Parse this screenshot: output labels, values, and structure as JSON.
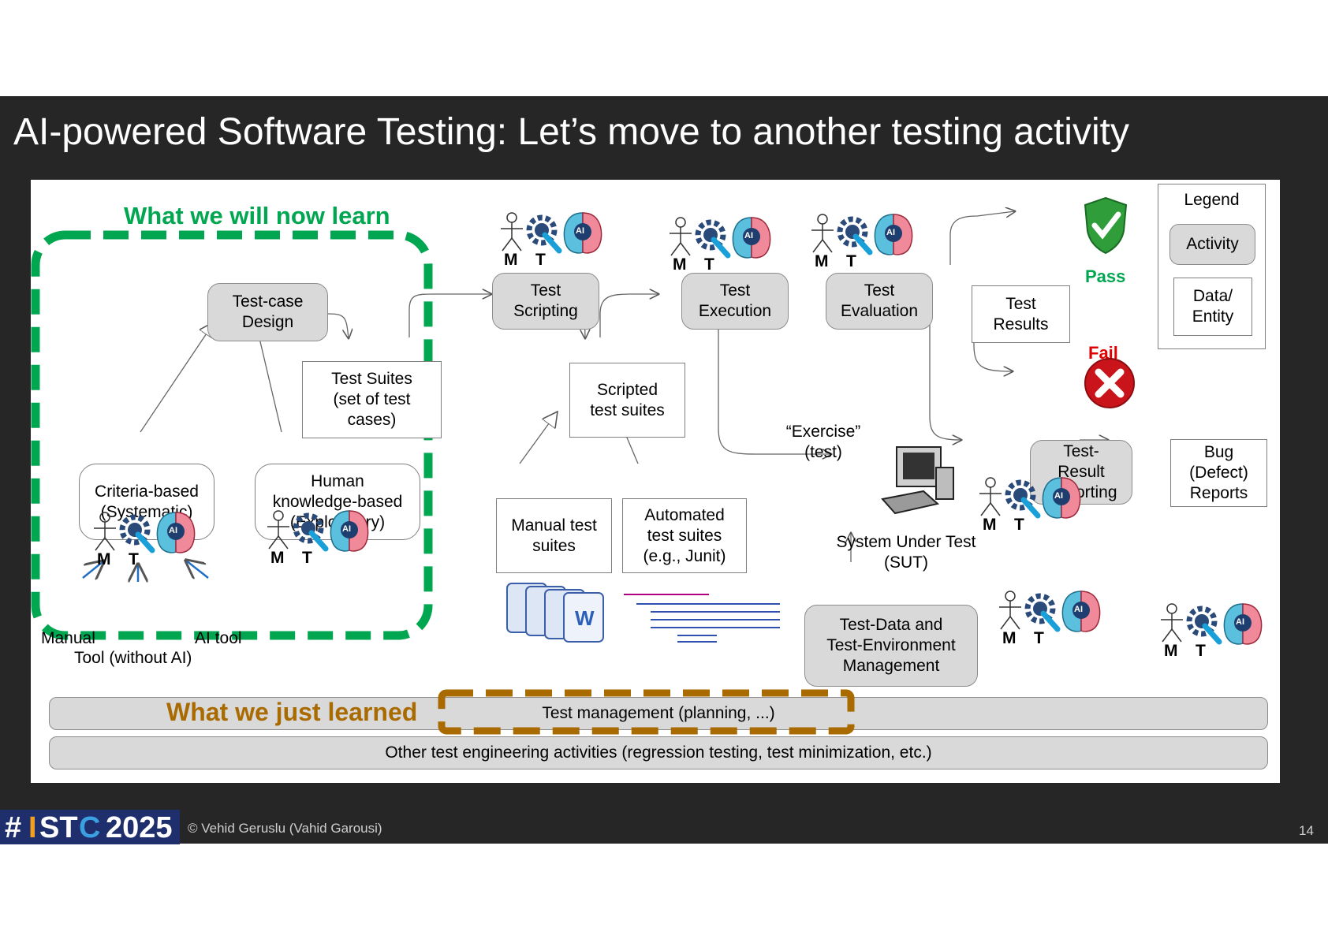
{
  "slide": {
    "title": "AI-powered Software Testing: Let’s move to another testing activity",
    "page_number": "14",
    "copyright": "© Vehid Geruslu (Vahid Garousi)",
    "logo": {
      "hash": "#",
      "i": "I",
      "st": "ST",
      "c": "C",
      "year": "2025"
    }
  },
  "colors": {
    "green": "#00a650",
    "brown": "#a96a00",
    "red": "#e00000",
    "activity_fill": "#d9d9d9",
    "band": "#262626"
  },
  "headings": {
    "now_learn": "What we will now learn",
    "just_learned": "What we just learned"
  },
  "activities": {
    "test_case_design": "Test-case\nDesign",
    "test_scripting": "Test\nScripting",
    "test_execution": "Test\nExecution",
    "test_evaluation": "Test\nEvaluation",
    "test_result_reporting": "Test-\nResult\nReporting",
    "test_data_env": "Test-Data and\nTest-Environment\nManagement"
  },
  "data_boxes": {
    "test_suites": "Test Suites\n(set of test\ncases)",
    "scripted_suites": "Scripted\ntest suites",
    "manual_suites": "Manual test\nsuites",
    "automated_suites": "Automated\ntest suites\n(e.g., Junit)",
    "test_results": "Test\nResults",
    "bug_reports": "Bug\n(Defect)\nReports"
  },
  "approaches": {
    "criteria_based": "Criteria-based\n(Systematic)",
    "human_based": "Human\nknowledge-based\n(Exploratory)"
  },
  "labels": {
    "exercise": "“Exercise”\n(test)",
    "sut": "System Under Test\n(SUT)",
    "pass": "Pass",
    "fail": "Fail",
    "manual": "Manual",
    "tool_without_ai": "Tool (without AI)",
    "ai_tool": "AI tool",
    "m": "M",
    "t": "T",
    "ai": "AI"
  },
  "legend": {
    "title": "Legend",
    "activity": "Activity",
    "data": "Data/\nEntity"
  },
  "bars": {
    "test_management": "Test management (planning, ...)",
    "other_activities": "Other test engineering activities (regression testing, test minimization, etc.)"
  },
  "icons": [
    "person-icon",
    "gear-wrench-icon",
    "ai-brain-icon",
    "pass-shield-icon",
    "fail-x-icon",
    "computer-icon",
    "word-document-icon"
  ]
}
